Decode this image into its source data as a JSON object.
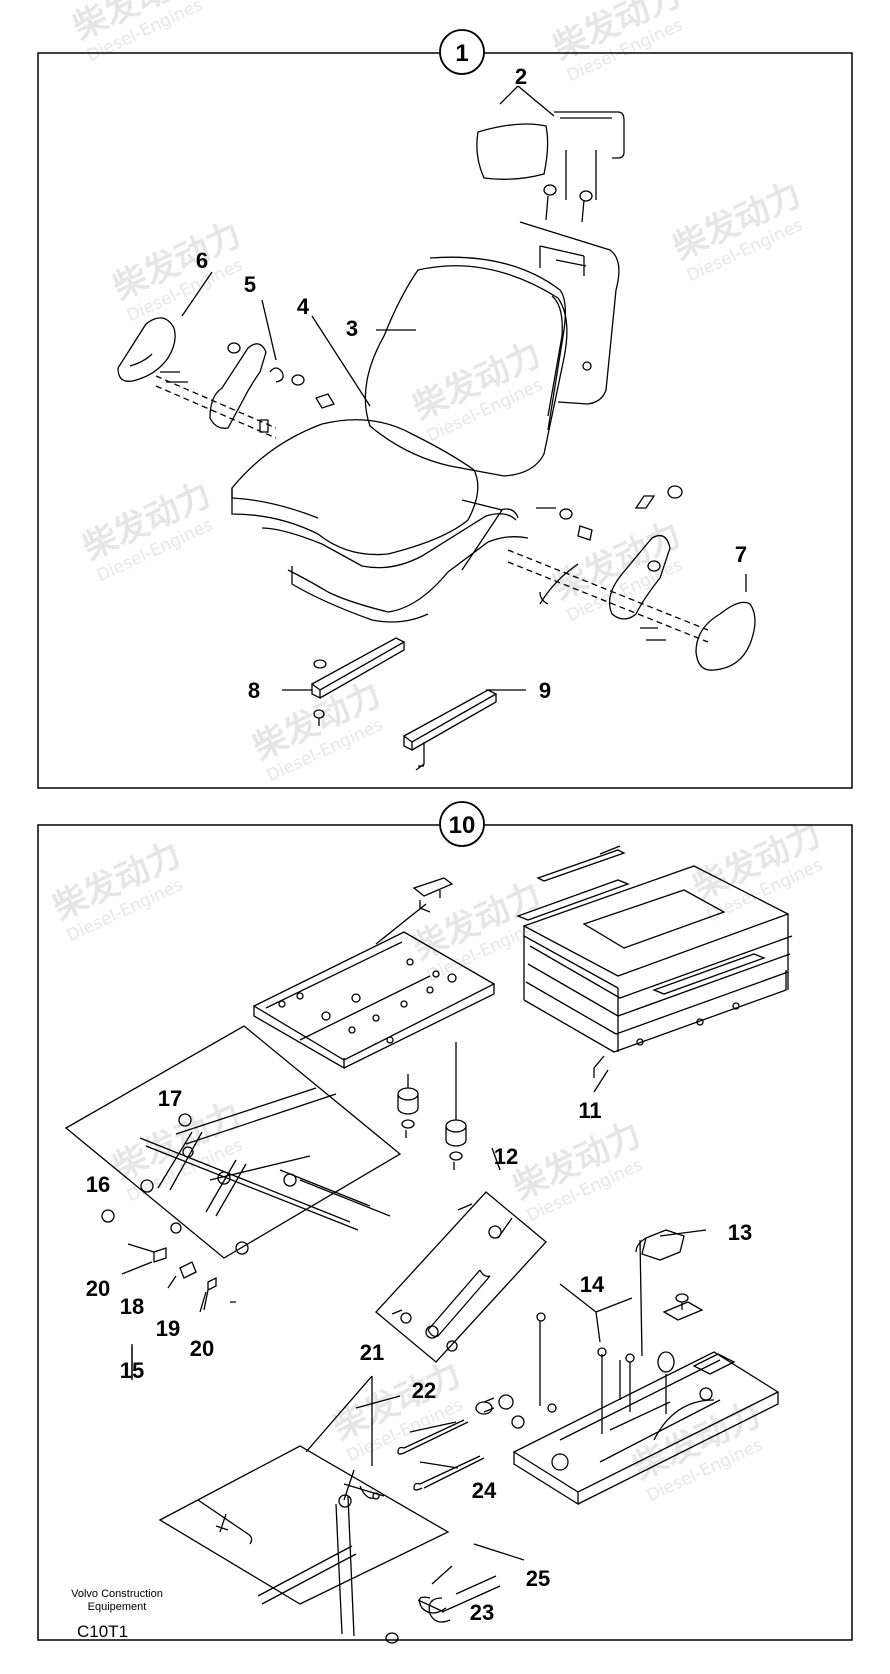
{
  "document": {
    "company_line1": "Volvo Construction",
    "company_line2": "Equipement",
    "drawing_code": "C10T1"
  },
  "watermark": {
    "cn": "柴发动力",
    "en": "Diesel-Engines"
  },
  "panels": [
    {
      "callout": "1",
      "labels": [
        "2",
        "3",
        "4",
        "5",
        "6",
        "7",
        "8",
        "9"
      ]
    },
    {
      "callout": "10",
      "labels": [
        "11",
        "12",
        "13",
        "14",
        "15",
        "16",
        "17",
        "18",
        "19",
        "20",
        "20",
        "21",
        "22",
        "23",
        "24",
        "25"
      ]
    }
  ]
}
